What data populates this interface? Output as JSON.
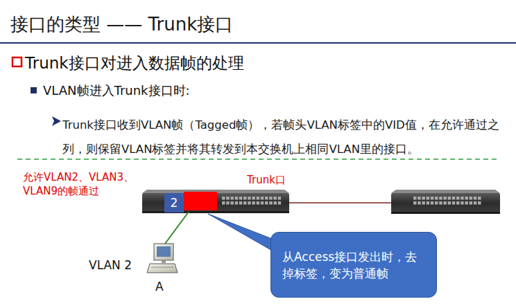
{
  "diagram": {
    "title": "接口的类型 —— Trunk接口",
    "nodes": [
      {
        "text": [
          "2"
        ]
      },
      {
        "text": [
          "从Access接口发出时，去掉标签，变为普通帧"
        ]
      }
    ],
    "labels": [
      "Trunk接口对进入数据帧的处理",
      "VLAN帧进入Trunk接口时:",
      "Trunk接口收到VLAN帧（Tagged帧），若帧头VLAN标签中的VID值，在允许通过之列，则保留VLAN标签并将其转发到本交换机上相同VLAN里的接口。",
      "允许VLAN2、VLAN3、VLAN9的帧通过",
      "Trunk口",
      "VLAN 2",
      "A"
    ]
  }
}
